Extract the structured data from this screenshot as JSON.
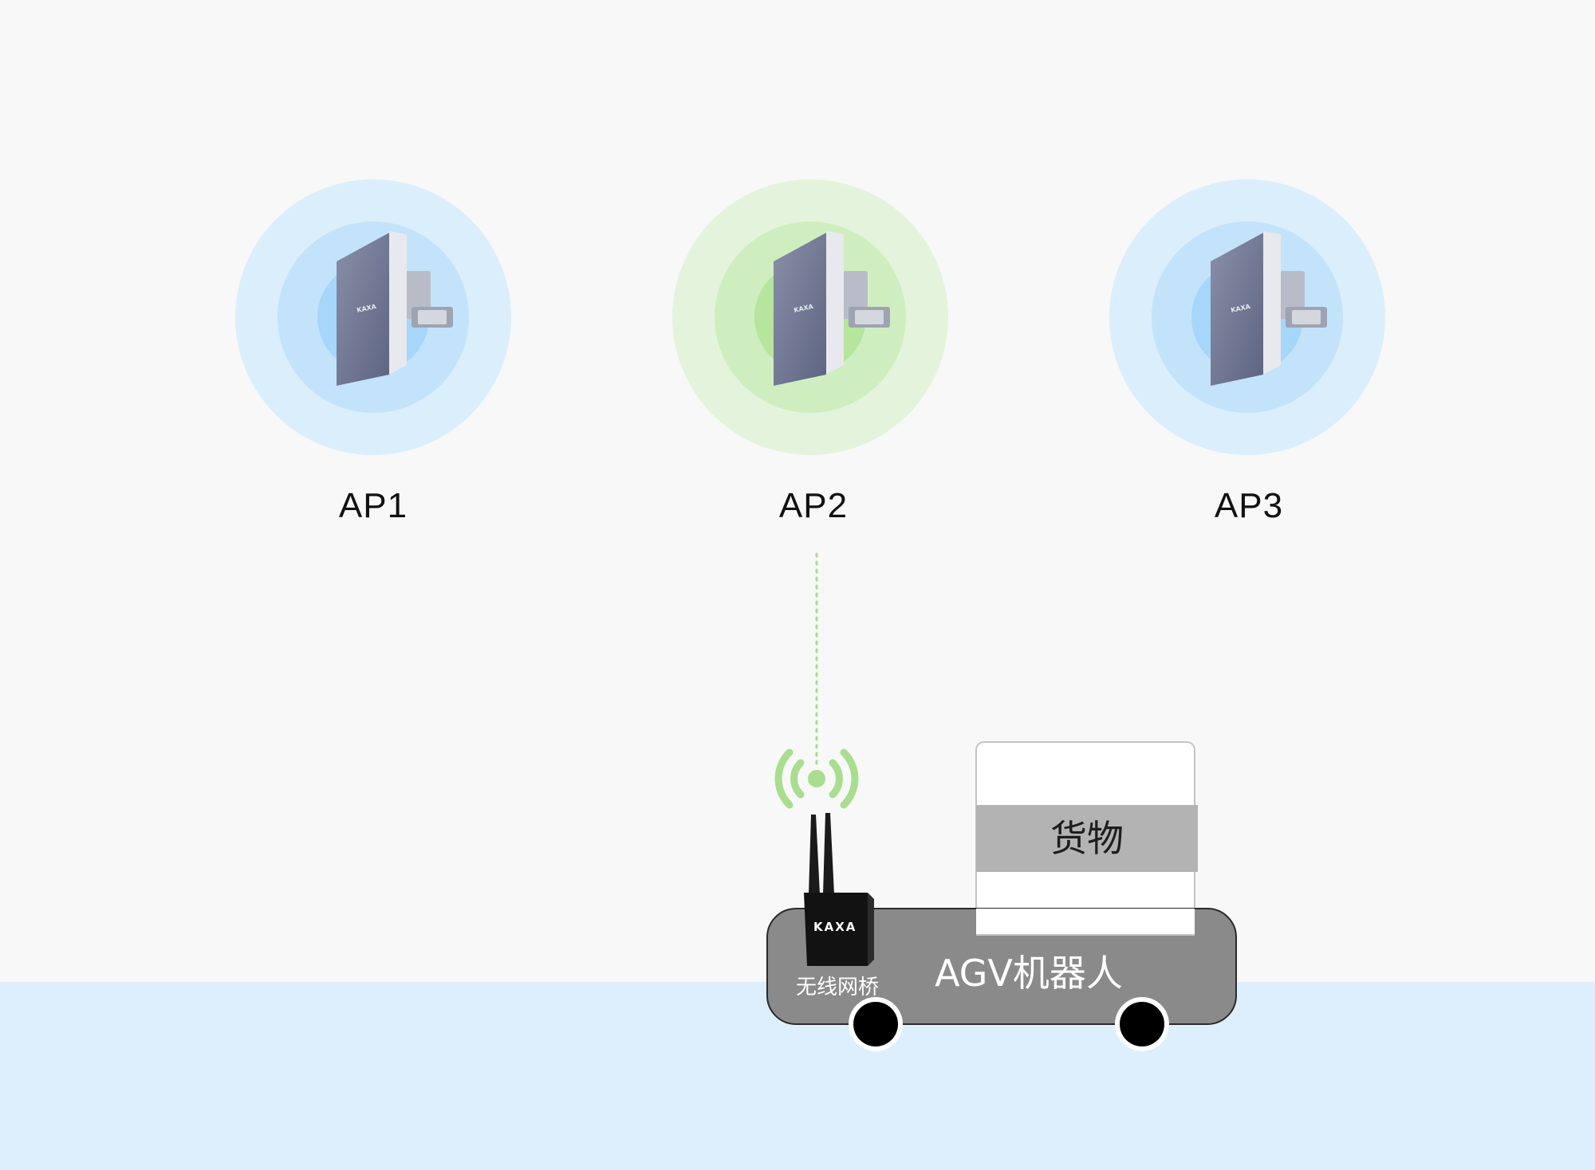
{
  "access_points": [
    {
      "label": "AP1",
      "state": "idle",
      "ring_color": "#bfe2fb",
      "inner_color": "#a6d6fa"
    },
    {
      "label": "AP2",
      "state": "connected",
      "ring_color": "#d4efc4",
      "inner_color": "#b6e59d"
    },
    {
      "label": "AP3",
      "state": "idle",
      "ring_color": "#bfe2fb",
      "inner_color": "#a6d6fa"
    }
  ],
  "ap_device": {
    "brand": "KAXA"
  },
  "bridge": {
    "brand": "KAXA",
    "label": "无线网桥"
  },
  "agv": {
    "label": "AGV机器人",
    "body_color": "#8a8a8a"
  },
  "cargo": {
    "label": "货物",
    "band_color": "#b3b3b3"
  },
  "link": {
    "from": "AP2",
    "color": "#a9dd8f"
  },
  "floor_color": "#ddeffc",
  "icons": {
    "wifi": "wifi-signal-icon",
    "antenna": "antenna-icon"
  }
}
